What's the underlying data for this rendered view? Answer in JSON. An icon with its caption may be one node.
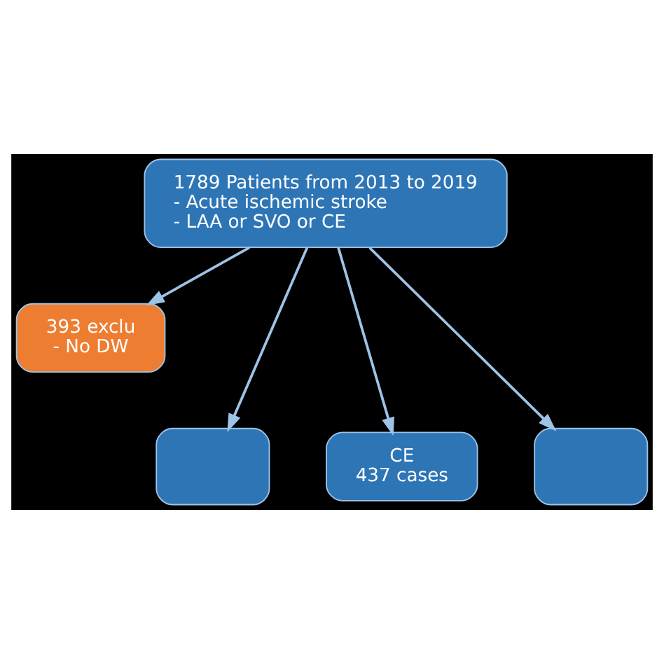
{
  "diagram": {
    "nodes": [
      {
        "text": [
          "1789 Patients from 2013 to 2019",
          "- Acute ischemic stroke",
          "- LAA or SVO or CE"
        ]
      },
      {
        "text": [
          "393 exclu",
          "- No DW"
        ]
      },
      {
        "text": [],
        "shape": "box"
      },
      {
        "text": [
          "CE",
          "437 cases"
        ]
      },
      {
        "text": [],
        "shape": "box"
      }
    ],
    "edges": [
      {
        "from": 0,
        "to": 1,
        "arrow": "to"
      },
      {
        "from": 0,
        "to": 2,
        "arrow": "to"
      },
      {
        "from": 0,
        "to": 3,
        "arrow": "to"
      },
      {
        "from": 0,
        "to": 4,
        "arrow": "to"
      }
    ]
  }
}
